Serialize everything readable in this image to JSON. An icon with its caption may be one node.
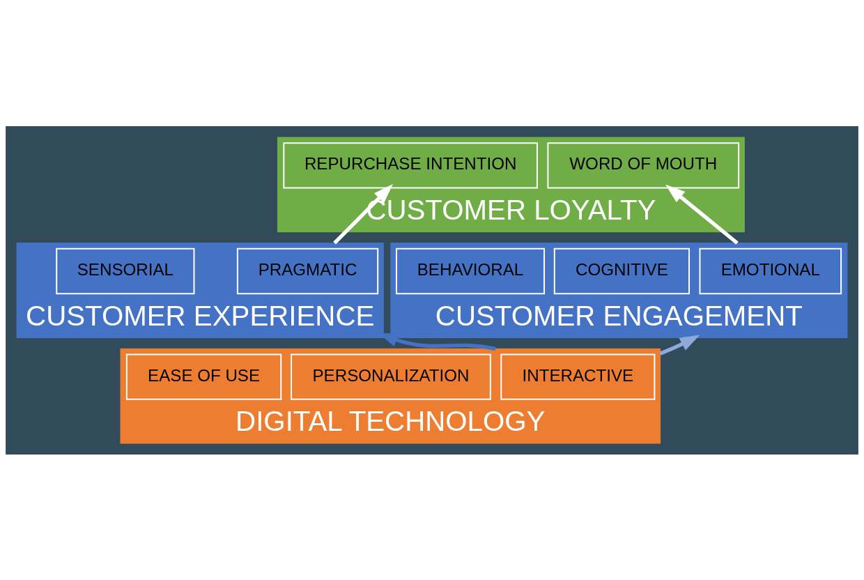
{
  "diagram": {
    "nodes": [
      {
        "text": [
          "CUSTOMER LOYALTY"
        ]
      },
      {
        "text": [
          "REPURCHASE INTENTION"
        ],
        "in": 0
      },
      {
        "text": [
          "WORD OF MOUTH"
        ],
        "in": 0
      },
      {
        "text": [
          "CUSTOMER EXPERIENCE"
        ]
      },
      {
        "text": [
          "PRAGMATIC"
        ],
        "in": 3
      },
      {
        "text": [
          "SENSORIAL"
        ],
        "in": 3
      },
      {
        "text": [
          "CUSTOMER ENGAGEMENT"
        ]
      },
      {
        "text": [
          "EMOTIONAL"
        ],
        "in": 6
      },
      {
        "text": [
          "COGNITIVE"
        ],
        "in": 6
      },
      {
        "text": [
          "BEHAVIORAL"
        ],
        "in": 6
      },
      {
        "text": [
          "DIGITAL TECHNOLOGY"
        ]
      },
      {
        "text": [
          "INTERACTIVE"
        ],
        "in": 10
      },
      {
        "text": [
          "PERSONALIZATION"
        ],
        "in": 10
      },
      {
        "text": [
          "EASE OF USE"
        ],
        "in": 10
      }
    ],
    "edges": [
      {
        "from": 3,
        "to": 1,
        "arrow": "to"
      },
      {
        "from": 6,
        "to": 2,
        "arrow": "to"
      },
      {
        "from": 10,
        "to": 3,
        "arrow": "to",
        "color": "#4472c4"
      },
      {
        "from": 10,
        "to": 6,
        "arrow": "to",
        "color": "#8eaadb"
      }
    ]
  }
}
